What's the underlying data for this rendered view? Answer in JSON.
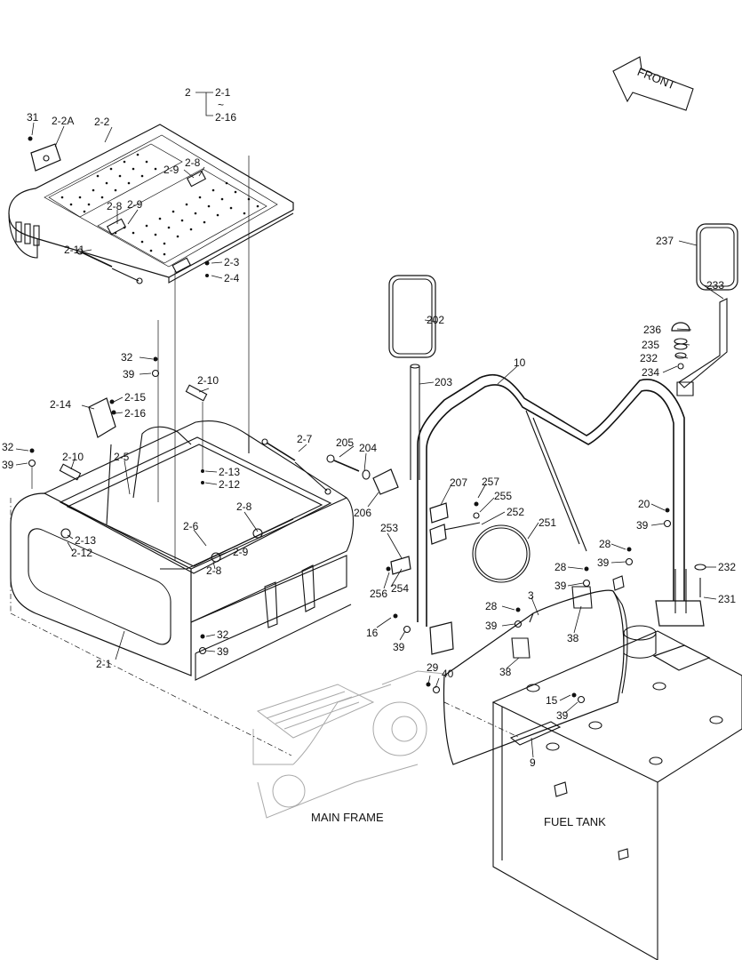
{
  "direction_arrow": {
    "label": "FRONT"
  },
  "group_note": {
    "parent": "2",
    "range_start": "2-1",
    "range_sep": "~",
    "range_end": "2-16"
  },
  "captions": {
    "main_frame": "MAIN FRAME",
    "fuel_tank": "FUEL TANK"
  },
  "callouts": {
    "c31": "31",
    "c2_2A": "2-2A",
    "c2_2": "2-2",
    "c2_9a": "2-9",
    "c2_8a": "2-8",
    "c2_8b": "2-8",
    "c2_9b": "2-9",
    "c2_3": "2-3",
    "c2_4": "2-4",
    "c2_11": "2-11",
    "c32a": "32",
    "c39a": "39",
    "c2_10a": "2-10",
    "c2_15": "2-15",
    "c2_14": "2-14",
    "c2_16": "2-16",
    "c32b": "32",
    "c39b": "39",
    "c2_10b": "2-10",
    "c2_5": "2-5",
    "c2_7": "2-7",
    "c2_13a": "2-13",
    "c2_12a": "2-12",
    "c2_8c": "2-8",
    "c2_6": "2-6",
    "c2_9c": "2-9",
    "c2_8d": "2-8",
    "c2_13b": "2-13",
    "c2_12b": "2-12",
    "c32c": "32",
    "c39c": "39",
    "c2_1": "2-1",
    "c202": "202",
    "c203": "203",
    "c10": "10",
    "c205": "205",
    "c204": "204",
    "c206": "206",
    "c207": "207",
    "c257": "257",
    "c255": "255",
    "c252": "252",
    "c251": "251",
    "c253": "253",
    "c256": "256",
    "c254": "254",
    "c16": "16",
    "c39d": "39",
    "c29": "29",
    "c40": "40",
    "c237": "237",
    "c233": "233",
    "c236": "236",
    "c235": "235",
    "c232a": "232",
    "c234": "234",
    "c20": "20",
    "c39e": "39",
    "c28a": "28",
    "c39f": "39",
    "c28b": "28",
    "c39g": "39",
    "c232b": "232",
    "c231": "231",
    "c3": "3",
    "c28c": "28",
    "c39h": "39",
    "c38a": "38",
    "c38b": "38",
    "c15": "15",
    "c39i": "39",
    "c9": "9"
  }
}
